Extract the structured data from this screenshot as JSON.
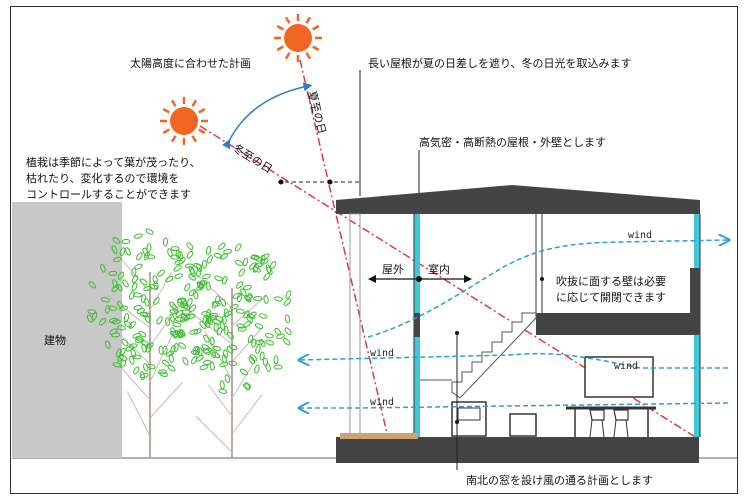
{
  "labels": {
    "solar_plan": "太陽高度に合わせた計画",
    "roof_note": "長い屋根が夏の日差しを遮り、冬の日光を取込みます",
    "summer": "夏至の日",
    "winter": "冬至の日",
    "insulation": "高気密・高断熱の屋根・外壁とします",
    "plants_1": "植栽は季節によって葉が茂ったり、",
    "plants_2": "枯れたり、変化するので環境を",
    "plants_3": "コントロールすることができます",
    "building": "建物",
    "outside": "屋外",
    "inside": "室内",
    "void_1": "吹抜に面する壁は必要",
    "void_2": "に応じて開閉できます",
    "wind": "wind",
    "windows_note": "南北の窓を設け風の通る計画とします"
  },
  "colors": {
    "sun": "#f26522",
    "sun_ray": "#e8473a",
    "summer_line": "#e23b3b",
    "arc": "#2d7fc8",
    "wind": "#2a9fd8",
    "glass": "#3ec8d8",
    "structure": "#444444",
    "neighbor": "#c8c8c8",
    "leaf": "#3bbf2e"
  },
  "icons": [
    "sun-icon",
    "tree-icon",
    "stair-icon",
    "chair-icon",
    "tv-icon"
  ]
}
